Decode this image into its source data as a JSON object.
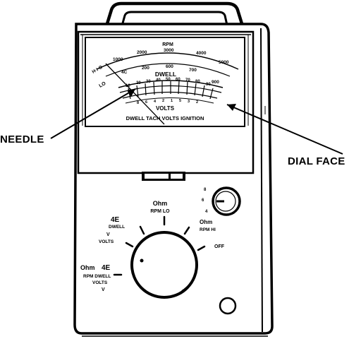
{
  "callouts": {
    "needle": "NEEDLE",
    "dial_face": "DIAL FACE"
  },
  "meter": {
    "unit_top": "RPM",
    "rpm_outer": [
      "1000",
      "2000",
      "3000",
      "4000",
      "5000"
    ],
    "rpm_inner": [
      "200",
      "600",
      "700",
      "900"
    ],
    "dwell_label": "DWELL",
    "left_marks": [
      "H·I·O",
      "LO",
      "4C",
      "8"
    ],
    "volts_ticks": [
      "10",
      "20",
      "30",
      "40",
      "50",
      "60",
      "70",
      "80",
      "90"
    ],
    "ohm_ticks": [
      "8",
      "6",
      "4",
      "2",
      "1",
      "5",
      "3",
      "2"
    ],
    "volts_label": "VOLTS",
    "bottom_line": "DWELL TACH VOLTS IGNITION"
  },
  "badge": "",
  "selector": {
    "ohm_top": "Ohm",
    "rpm_lo": "RPM LO",
    "ohm_right": "Ohm",
    "rpm_hi": "RPM HI",
    "off": "OFF",
    "dwell_upper_sym": "4E",
    "dwell_upper": "DWELL",
    "v": "V",
    "volts": "VOLTS",
    "ohm_lower": "Ohm",
    "dwell_lower_sym": "4E",
    "rpm_dwell": "RPM DWELL",
    "volts_lower": "VOLTS",
    "v_lower": "V"
  },
  "small_knob": [
    "8",
    "6",
    "4"
  ]
}
